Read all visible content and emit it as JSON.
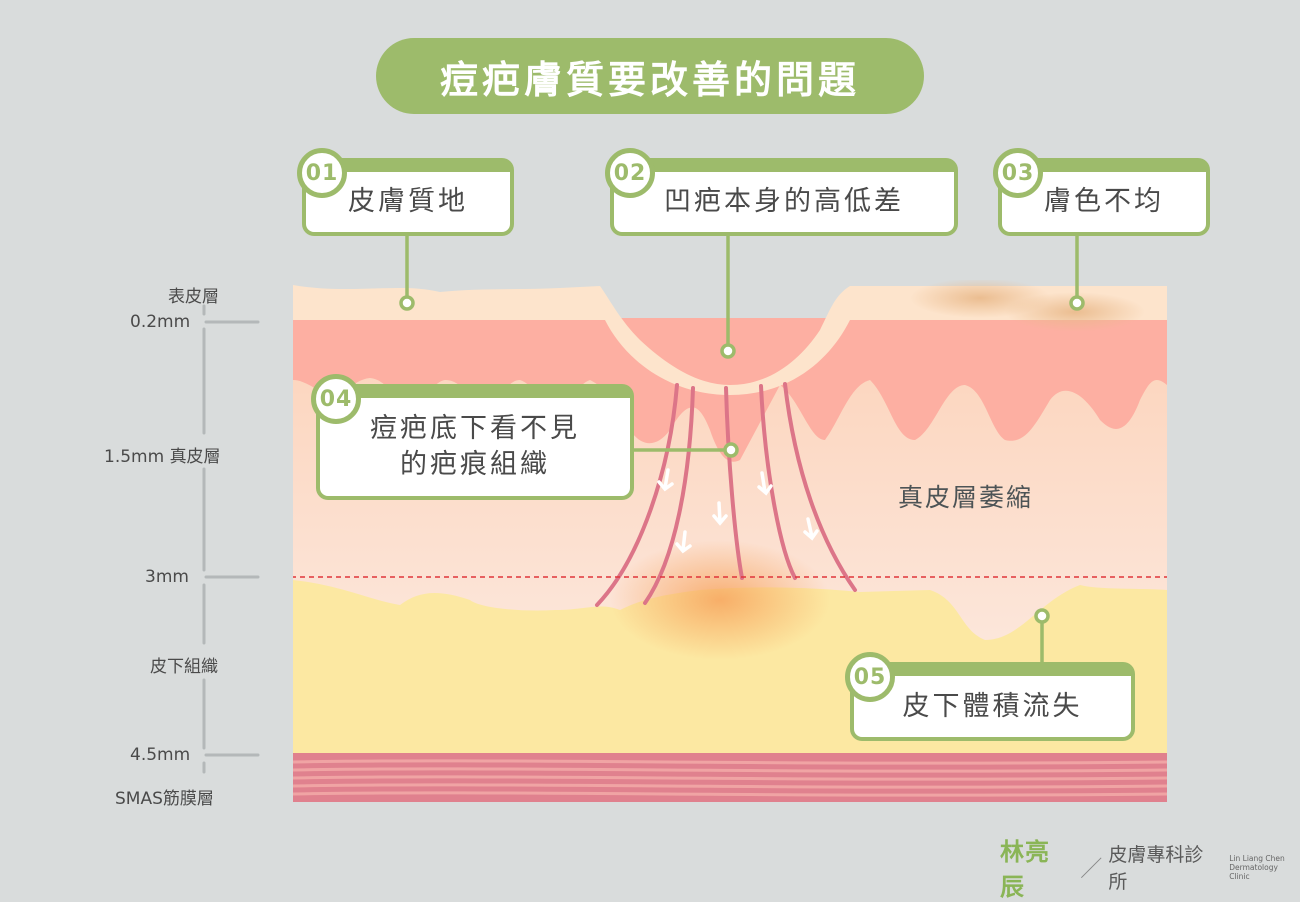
{
  "title": "痘疤膚質要改善的問題",
  "callouts": [
    {
      "number": "01",
      "label": "皮膚質地"
    },
    {
      "number": "02",
      "label": "凹疤本身的高低差"
    },
    {
      "number": "03",
      "label": "膚色不均"
    },
    {
      "number": "04",
      "label_line1": "痘疤底下看不見",
      "label_line2": "的疤痕組織"
    },
    {
      "number": "05",
      "label": "皮下體積流失"
    }
  ],
  "depth_scale": {
    "layers": [
      {
        "name": "表皮層"
      },
      {
        "depth": "0.2mm"
      },
      {
        "depth": "1.5mm",
        "name": "真皮層"
      },
      {
        "depth": "3mm"
      },
      {
        "name": "皮下組織"
      },
      {
        "depth": "4.5mm"
      },
      {
        "name": "SMAS筋膜層"
      }
    ]
  },
  "annotations": {
    "dermis_atrophy": "真皮層萎縮"
  },
  "colors": {
    "accent_green": "#9dbb6b",
    "epidermis": "#fde4cc",
    "dermis_upper": "#fdafa2",
    "dermis_lower": "#fcd3ba",
    "subcutaneous": "#fce8a2",
    "smas": "#e0818e",
    "scar_fiber": "#dc7588",
    "cutoff_line": "#e0343a"
  },
  "footer": {
    "doctor": "林亮辰",
    "separator": "／",
    "clinic": "皮膚專科診所",
    "english_line1": "Lin Liang Chen",
    "english_line2": "Dermatology Clinic"
  }
}
